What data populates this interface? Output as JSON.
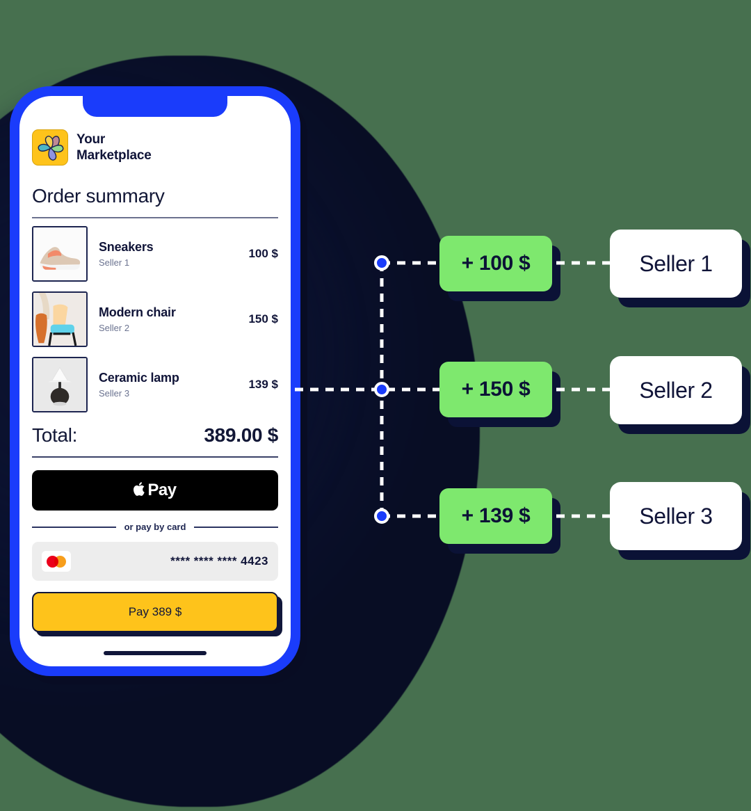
{
  "theme": {
    "background": "#47704f",
    "phone_frame": "#1a3cfb",
    "accent_blue": "#1a3cfb",
    "accent_green": "#7ee86e",
    "accent_yellow": "#fec31b",
    "ink": "#101438",
    "shadow_navy": "#0b1236"
  },
  "phone": {
    "brand": {
      "logo_icon": "pinwheel-logo-icon",
      "line1": "Your",
      "line2": "Marketplace"
    },
    "order": {
      "title": "Order summary",
      "items": [
        {
          "image": "sneakers-thumbnail",
          "name": "Sneakers",
          "seller": "Seller 1",
          "price": "100 $"
        },
        {
          "image": "chair-thumbnail",
          "name": "Modern chair",
          "seller": "Seller 2",
          "price": "150 $"
        },
        {
          "image": "lamp-thumbnail",
          "name": "Ceramic lamp",
          "seller": "Seller 3",
          "price": "139 $"
        }
      ],
      "total_label": "Total:",
      "total_value": "389.00 $"
    },
    "payment": {
      "apple_pay_icon": "apple-logo-icon",
      "apple_pay_label": "Pay",
      "divider_label": "or pay by card",
      "card_icon": "mastercard-icon",
      "card_number": "**** **** **** 4423",
      "pay_button_label": "Pay 389 $"
    },
    "home_indicator": "home-indicator-bar"
  },
  "flow": {
    "rows": [
      {
        "amount": "+ 100 $",
        "seller": "Seller 1"
      },
      {
        "amount": "+ 150 $",
        "seller": "Seller 2"
      },
      {
        "amount": "+ 139 $",
        "seller": "Seller 3"
      }
    ]
  }
}
